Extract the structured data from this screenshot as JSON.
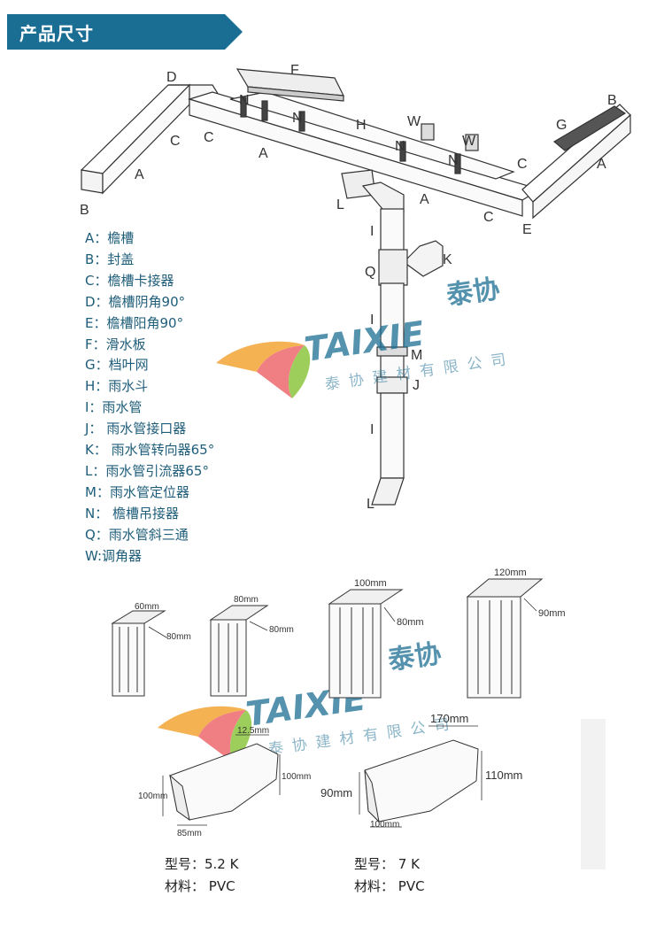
{
  "header": {
    "title": "产品尺寸",
    "color": "#1b6e93"
  },
  "brand": {
    "name_latin": "TAIXIE",
    "name_cn": "泰协",
    "company": "泰协建材有限公司",
    "accent": "#1b6e93",
    "logo_colors": [
      "#e8434b",
      "#f3a536",
      "#8dc63f"
    ]
  },
  "legend": [
    "A：檐槽",
    "B：封盖",
    "C：檐槽卡接器",
    "D：檐槽阴角90°",
    "E：檐槽阳角90°",
    "F：滑水板",
    "G：档叶网",
    "H：雨水斗",
    "I：雨水管",
    "J： 雨水管接口器",
    "K： 雨水管转向器65°",
    "L：雨水管引流器65°",
    "M：雨水管定位器",
    "N： 檐槽吊接器",
    "Q：雨水管斜三通",
    "W:调角器"
  ],
  "diagram_labels": {
    "A": "A",
    "B": "B",
    "C": "C",
    "D": "D",
    "E": "E",
    "F": "F",
    "G": "G",
    "H": "H",
    "I": "I",
    "J": "J",
    "K": "K",
    "L": "L",
    "M": "M",
    "N": "N",
    "Q": "Q",
    "W": "W"
  },
  "pipes": [
    {
      "width": "60mm",
      "depth": "80mm"
    },
    {
      "width": "80mm",
      "depth": "80mm"
    },
    {
      "width": "100mm",
      "depth": "80mm"
    },
    {
      "width": "120mm",
      "depth": "90mm"
    }
  ],
  "gutters": [
    {
      "top": "12.5mm",
      "left": "100mm",
      "right": "100mm",
      "bottom": "85mm",
      "model_label": "型号：5.2 K",
      "material_label": "材料： PVC"
    },
    {
      "top": "170mm",
      "left": "90mm",
      "right": "110mm",
      "bottom": "100mm",
      "model_label": "型号： 7  K",
      "material_label": "材料： PVC"
    }
  ]
}
